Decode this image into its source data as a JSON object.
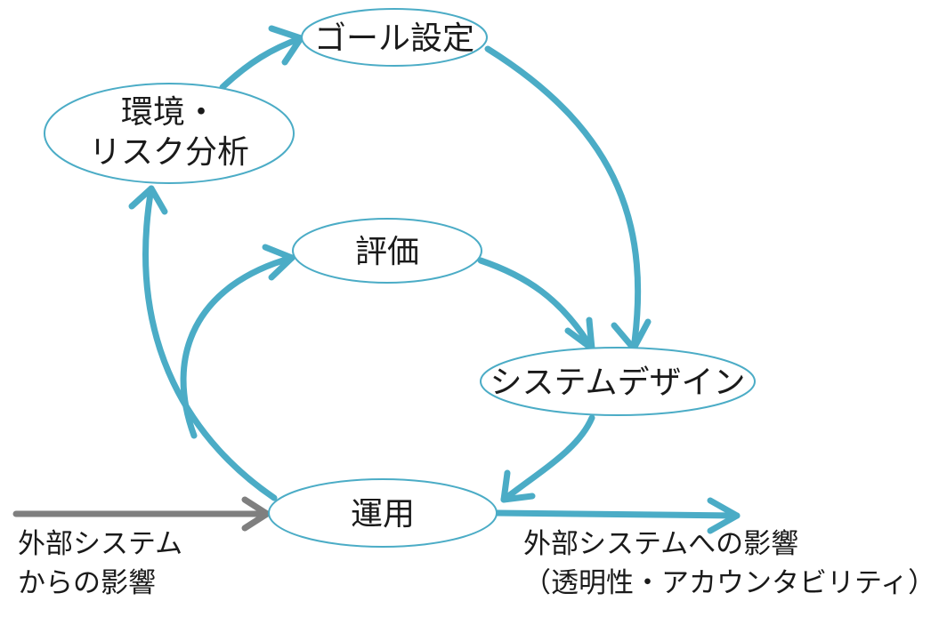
{
  "nodes": {
    "goal": "ゴール設定",
    "env_line1": "環境・",
    "env_line2": "リスク分析",
    "eval": "評価",
    "design": "システムデザイン",
    "ops": "運用"
  },
  "external_input": {
    "line1": "外部システム",
    "line2": "からの影響"
  },
  "external_output": {
    "line1": "外部システムへの影響",
    "line2": "（透明性・アカウンタビリティ）"
  },
  "colors": {
    "cycle_arrow": "#4bacc6",
    "input_arrow": "#7f7f7f",
    "node_border": "#4bacc6",
    "text": "#1a1a1a"
  }
}
